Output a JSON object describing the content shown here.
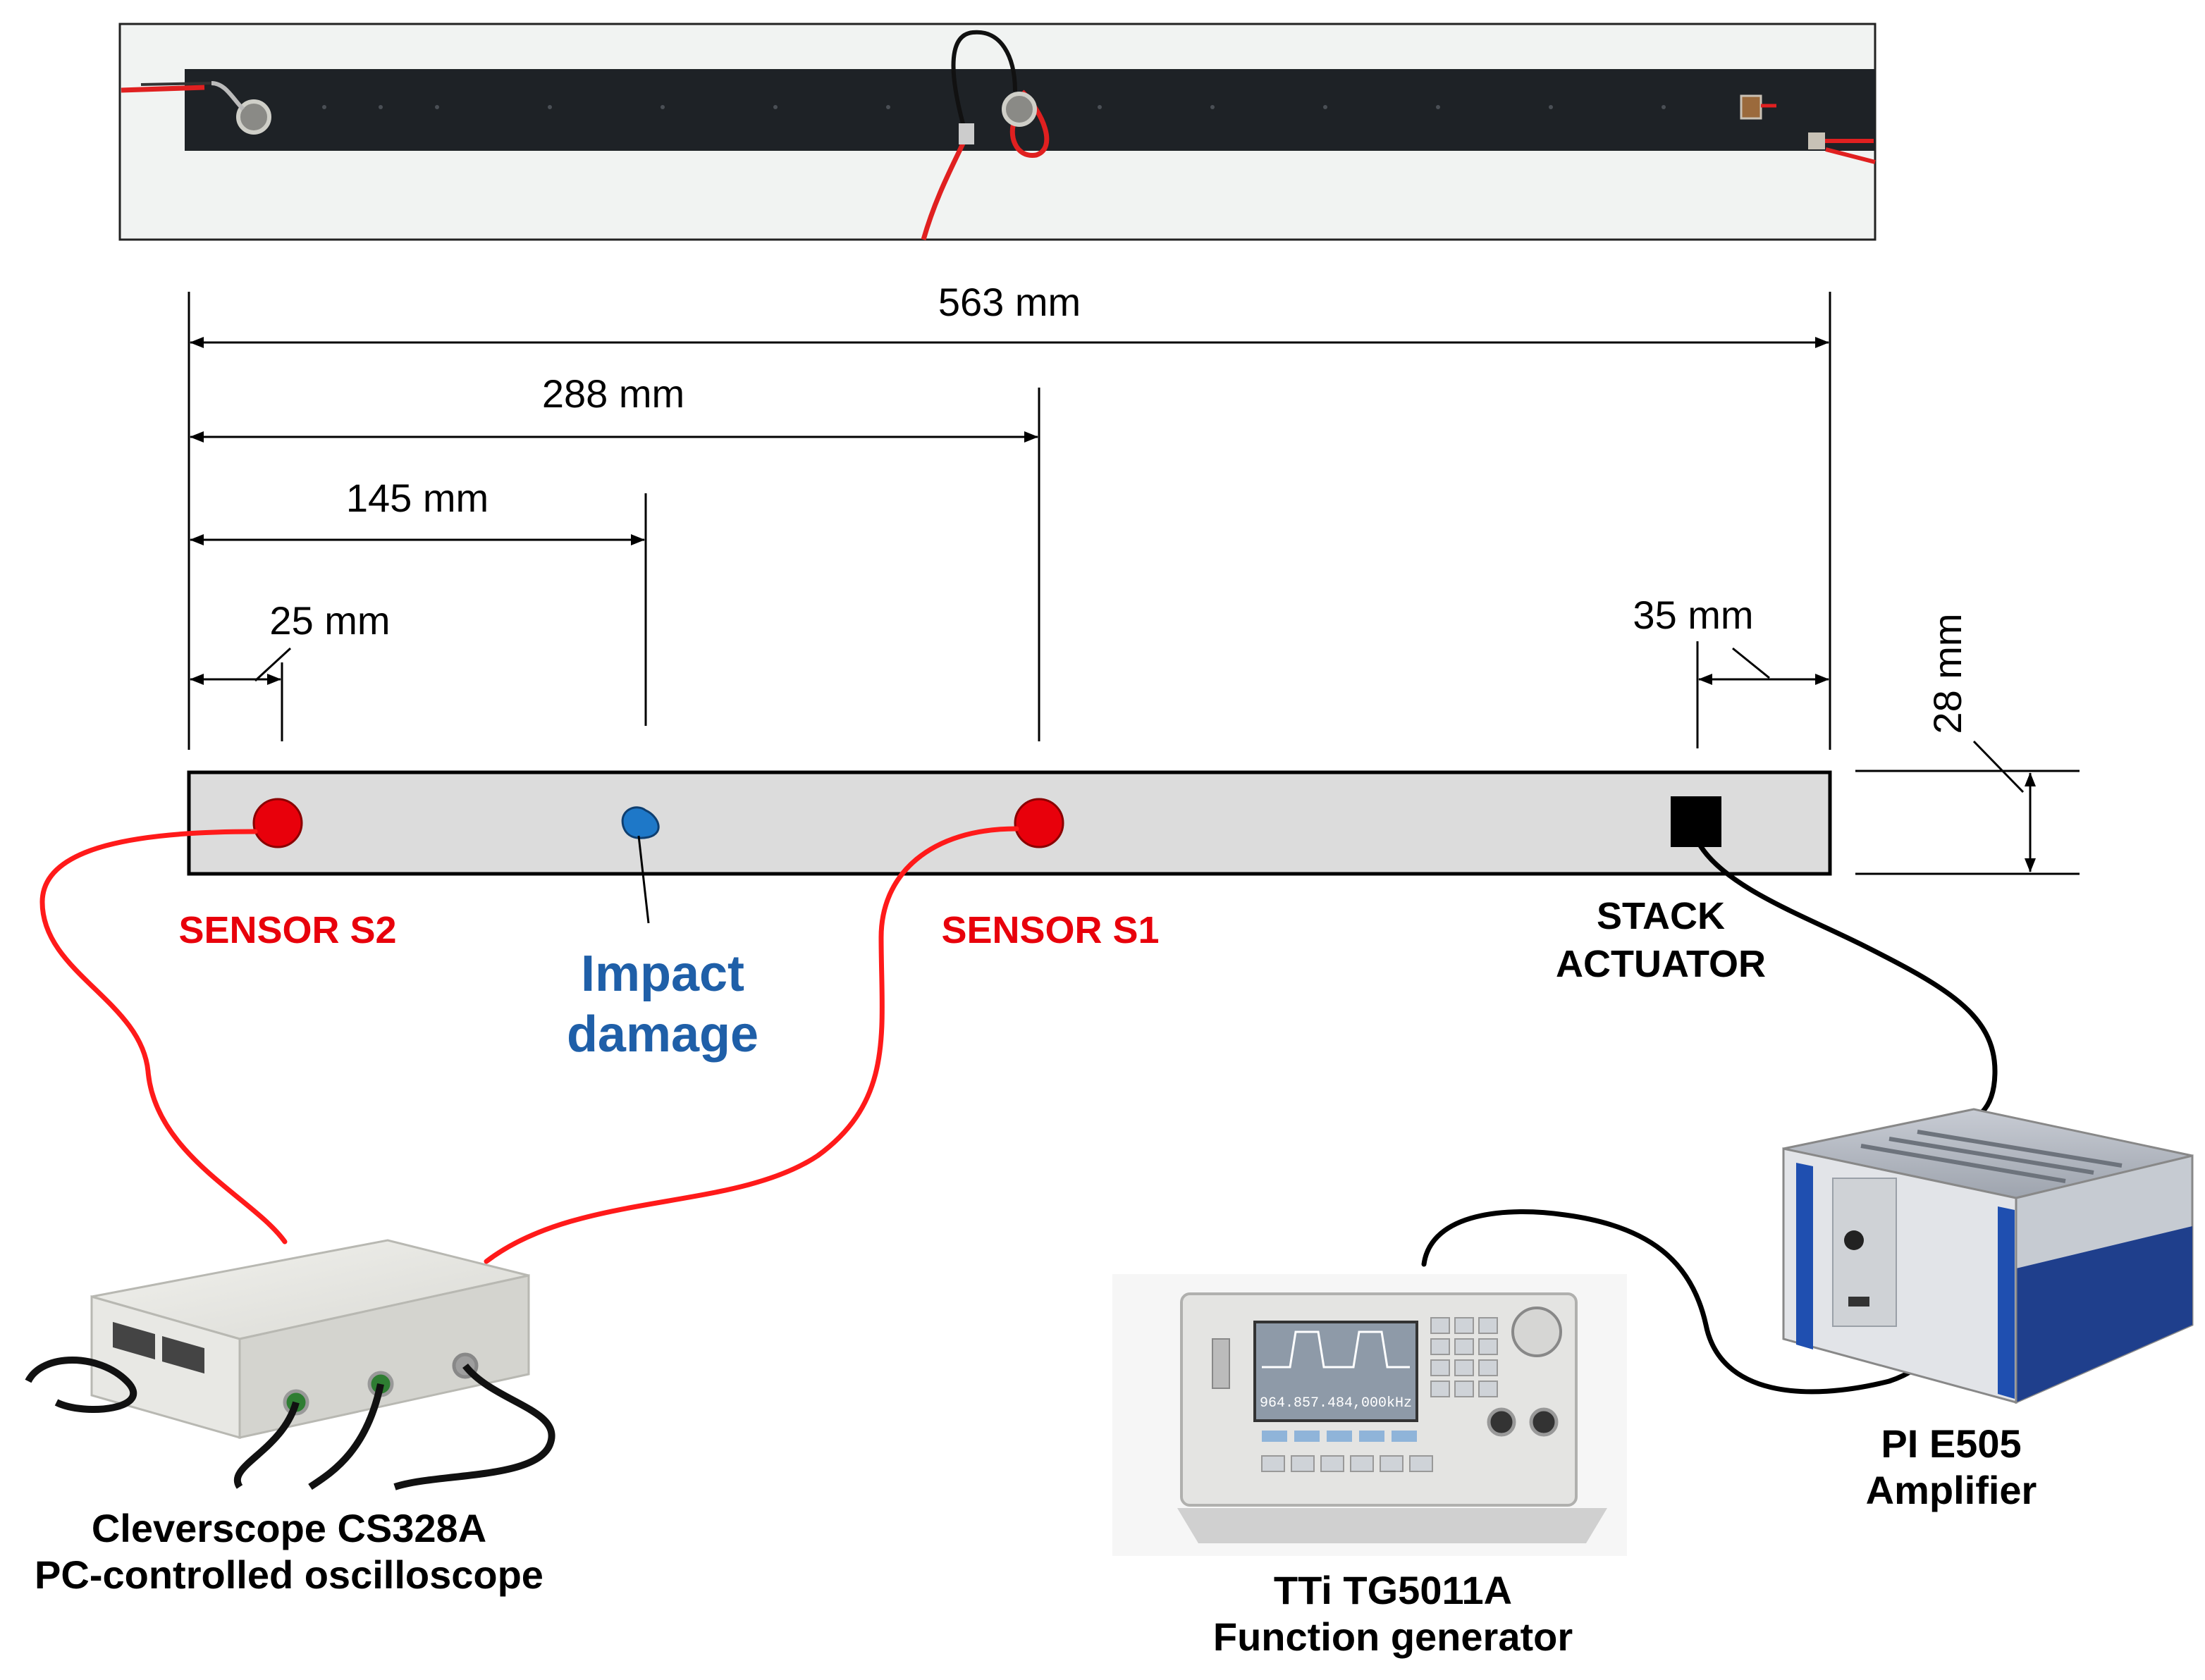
{
  "dimensions": {
    "total_length": "563 mm",
    "sensor_s1_distance": "288 mm",
    "impact_distance": "145 mm",
    "sensor_s2_offset": "25 mm",
    "actuator_offset": "35 mm",
    "beam_width": "28 mm"
  },
  "labels": {
    "sensor_s2": "SENSOR S2",
    "sensor_s1": "SENSOR S1",
    "impact_line1": "Impact",
    "impact_line2": "damage",
    "actuator_line1": "STACK",
    "actuator_line2": "ACTUATOR",
    "amplifier_line1": "PI E505",
    "amplifier_line2": "Amplifier",
    "function_gen_line1": "TTi TG5011A",
    "function_gen_line2": "Function generator",
    "oscilloscope_line1": "Cleverscope CS328A",
    "oscilloscope_line2": "PC-controlled oscilloscope"
  },
  "device_screen_text": "964.857.484,000kHz",
  "colors": {
    "sensor": "#e8000b",
    "impact": "#1e78c8",
    "impact_label": "#1f5fa8",
    "beam_fill": "#dcdcdc",
    "cable_red": "#ff1a1a",
    "amplifier_blue": "#1f4fb0",
    "photo_beam": "#1e2226"
  }
}
